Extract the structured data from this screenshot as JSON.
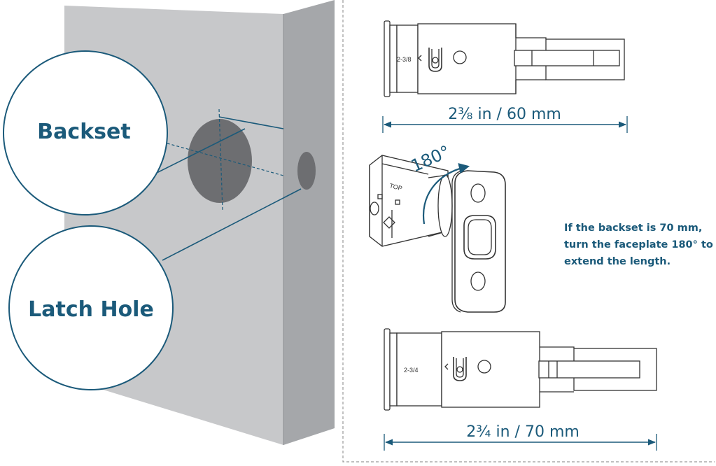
{
  "left_panel": {
    "callout_backset": "Backset",
    "callout_latch_hole": "Latch Hole"
  },
  "right_panel": {
    "top_latch": {
      "mark": "2-3/8",
      "dimension": "2⅜ in / 60 mm"
    },
    "rotation": {
      "angle_label": "180°",
      "top_mark": "TOP"
    },
    "note": {
      "line1": "If the backset is 70 mm,",
      "line2": "turn the faceplate 180° to",
      "line3": "extend the length."
    },
    "bottom_latch": {
      "mark": "2-3/4",
      "dimension": "2¾ in / 70 mm"
    }
  },
  "colors": {
    "accent": "#1b5a7a",
    "door_front": "#c7c8ca",
    "door_edge": "#a5a7aa",
    "hole": "#6d6e71",
    "outline": "#333333",
    "divider": "#9a9a9a"
  }
}
